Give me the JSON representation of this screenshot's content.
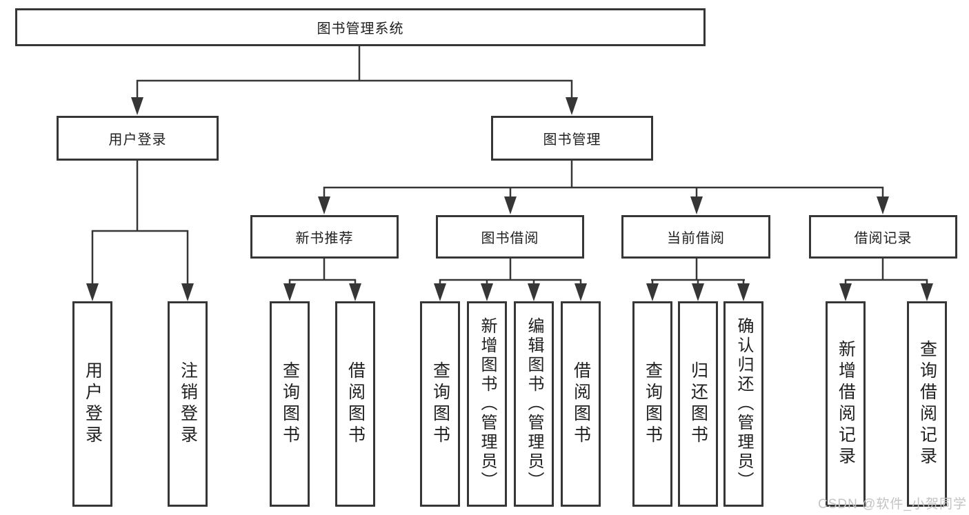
{
  "diagram": {
    "type": "hierarchy-tree",
    "colors": {
      "line": "#363636",
      "box_border": "#363636",
      "text": "#1f1f1f",
      "background": "#ffffff",
      "watermark": "#c3c3c3"
    }
  },
  "tree": {
    "root": {
      "label": "图书管理系统",
      "children": [
        {
          "label": "用户登录",
          "children": [
            {
              "label": "用户登录"
            },
            {
              "label": "注销登录"
            }
          ]
        },
        {
          "label": "图书管理",
          "children": [
            {
              "label": "新书推荐",
              "children": [
                {
                  "label": "查询图书"
                },
                {
                  "label": "借阅图书"
                }
              ]
            },
            {
              "label": "图书借阅",
              "children": [
                {
                  "label": "查询图书"
                },
                {
                  "label": "新增图书（管理员）"
                },
                {
                  "label": "编辑图书（管理员）"
                },
                {
                  "label": "借阅图书"
                }
              ]
            },
            {
              "label": "当前借阅",
              "children": [
                {
                  "label": "查询图书"
                },
                {
                  "label": "归还图书"
                },
                {
                  "label": "确认归还（管理员）"
                }
              ]
            },
            {
              "label": "借阅记录",
              "children": [
                {
                  "label": "新增借阅记录"
                },
                {
                  "label": "查询借阅记录"
                }
              ]
            }
          ]
        }
      ]
    }
  },
  "watermark": {
    "text": "CSDN @软件_小贺同学"
  }
}
